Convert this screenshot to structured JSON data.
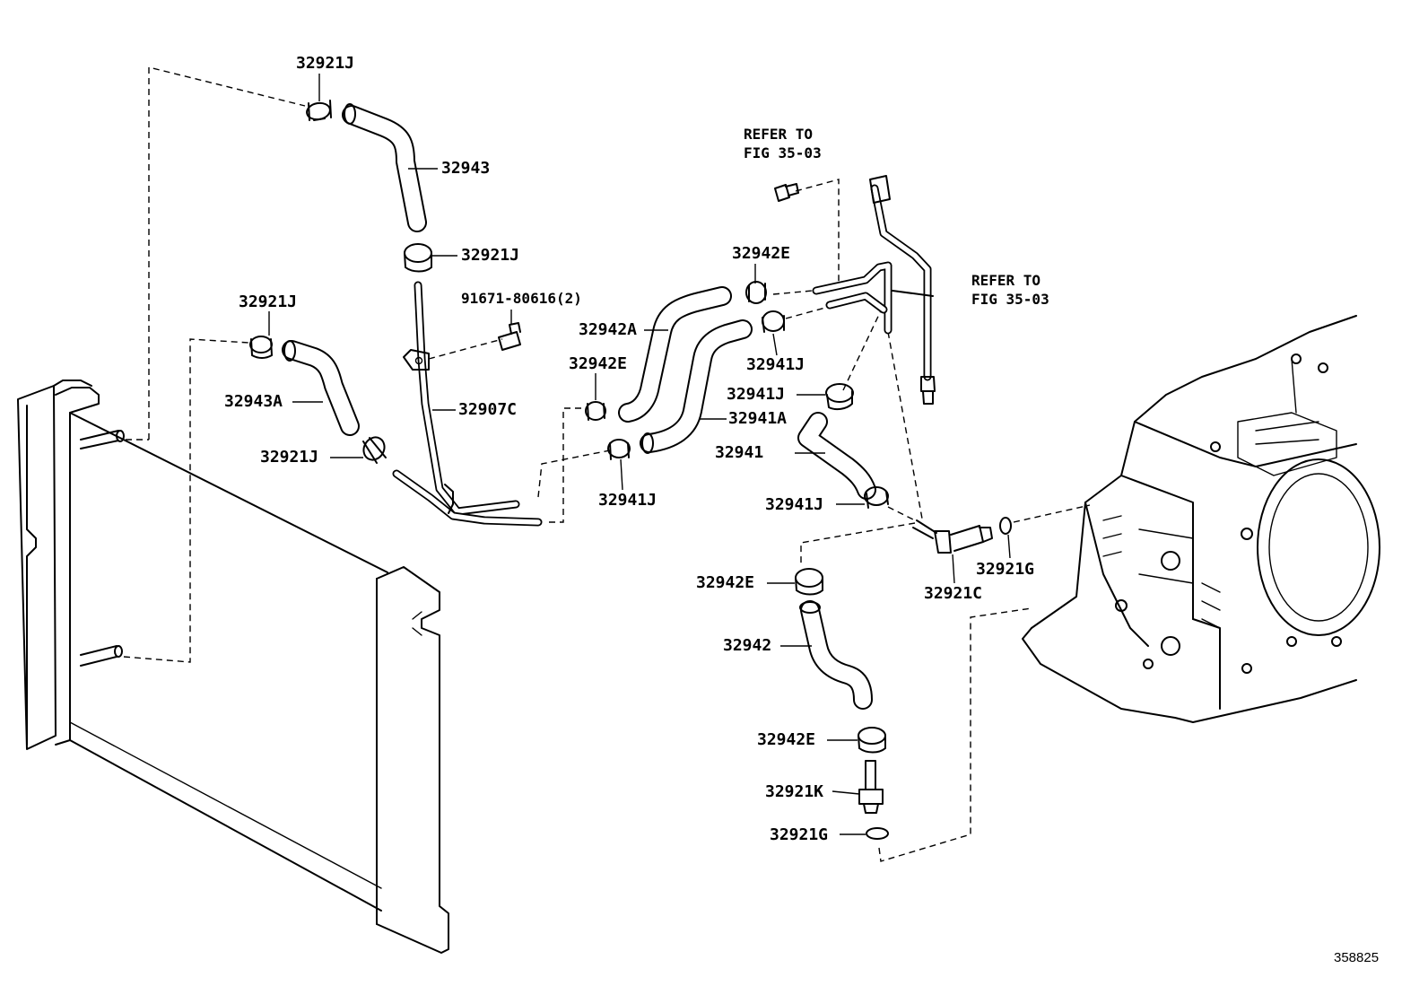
{
  "figure_id": "358825",
  "labels": {
    "p32921j_top": "32921J",
    "p32943": "32943",
    "p32921j_b": "32921J",
    "p32921j_left": "32921J",
    "p91671": "91671-80616(2)",
    "p32943a": "32943A",
    "p32907c": "32907C",
    "p32921j_low": "32921J",
    "refer1_a": "REFER TO",
    "refer1_b": "FIG 35-03",
    "refer2_a": "REFER TO",
    "refer2_b": "FIG 35-03",
    "p32942e_top": "32942E",
    "p32942a": "32942A",
    "p32941j_a": "32941J",
    "p32942e_mid": "32942E",
    "p32941j_b": "32941J",
    "p32941a": "32941A",
    "p32941": "32941",
    "p32941j_c": "32941J",
    "p32941j_d": "32941J",
    "p32921g_r": "32921G",
    "p32921c": "32921C",
    "p32942e_low": "32942E",
    "p32942": "32942",
    "p32942e_b": "32942E",
    "p32921k": "32921K",
    "p32921g_b": "32921G"
  }
}
